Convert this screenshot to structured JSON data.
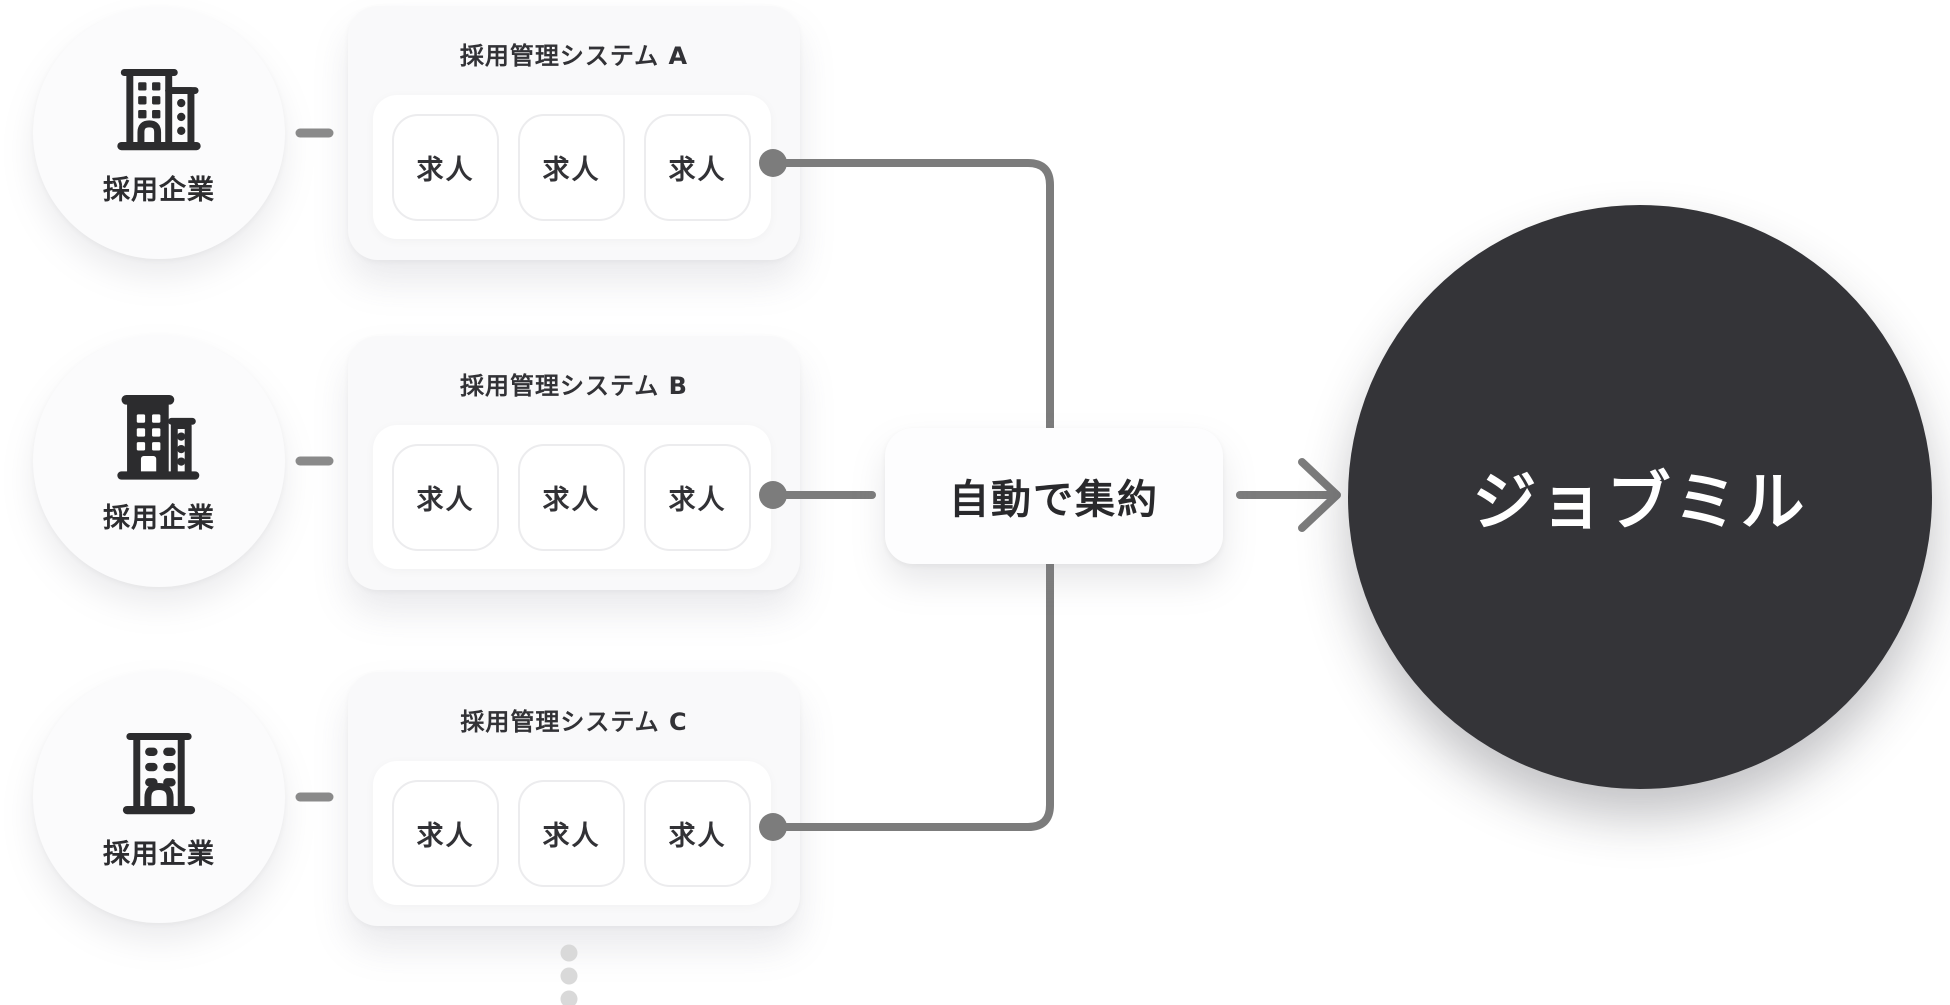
{
  "companies": [
    {
      "label": "採用企業",
      "icon": "building-duo-outline-icon"
    },
    {
      "label": "採用企業",
      "icon": "building-duo-filled-icon"
    },
    {
      "label": "採用企業",
      "icon": "building-single-outline-icon"
    }
  ],
  "systems": [
    {
      "title": "採用管理システム A",
      "jobs": [
        "求人",
        "求人",
        "求人"
      ]
    },
    {
      "title": "採用管理システム B",
      "jobs": [
        "求人",
        "求人",
        "求人"
      ]
    },
    {
      "title": "採用管理システム C",
      "jobs": [
        "求人",
        "求人",
        "求人"
      ]
    }
  ],
  "aggregator": {
    "label": "自動で集約"
  },
  "destination": {
    "label": "ジョブミル"
  },
  "more_indicator": {
    "dots": 3
  },
  "colors": {
    "connector": "#7c7c7c",
    "destination_circle": "#343438",
    "card_bg": "#f9f9fa",
    "chip_border": "#ececee",
    "text_dark": "#2d2d30",
    "ellipsis_dot": "#d9d9d9"
  }
}
